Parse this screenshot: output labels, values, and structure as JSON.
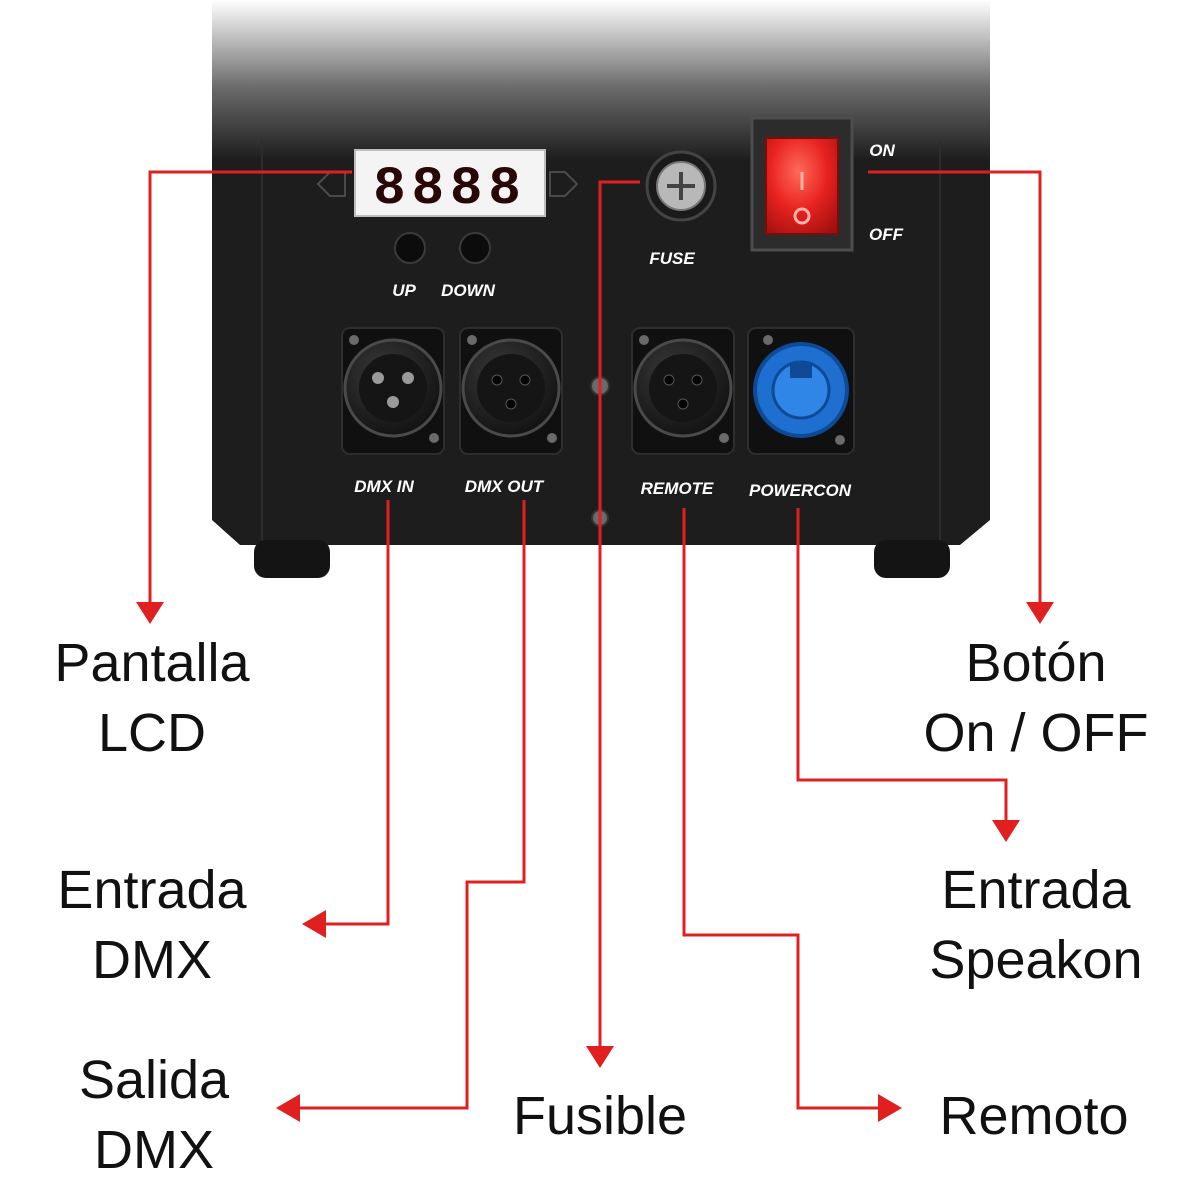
{
  "colors": {
    "leader": "#e02020",
    "body": "#1d1d1d",
    "text": "#111111",
    "panel_text": "#ffffff",
    "switch": "#e8221f",
    "powercon": "#1e6fd0"
  },
  "panel": {
    "display_digits": "8888",
    "up_label": "UP",
    "down_label": "DOWN",
    "fuse_label": "FUSE",
    "on_label": "ON",
    "off_label": "OFF",
    "dmx_in_label": "DMX IN",
    "dmx_out_label": "DMX OUT",
    "remote_label": "REMOTE",
    "powercon_label": "POWERCON"
  },
  "callouts": {
    "lcd": [
      "Pantalla",
      "LCD"
    ],
    "power_switch": [
      "Botón",
      "On / OFF"
    ],
    "dmx_in": [
      "Entrada",
      "DMX"
    ],
    "speakon": [
      "Entrada",
      "Speakon"
    ],
    "dmx_out": [
      "Salida",
      "DMX"
    ],
    "fuse": [
      "Fusible"
    ],
    "remote": [
      "Remoto"
    ]
  }
}
